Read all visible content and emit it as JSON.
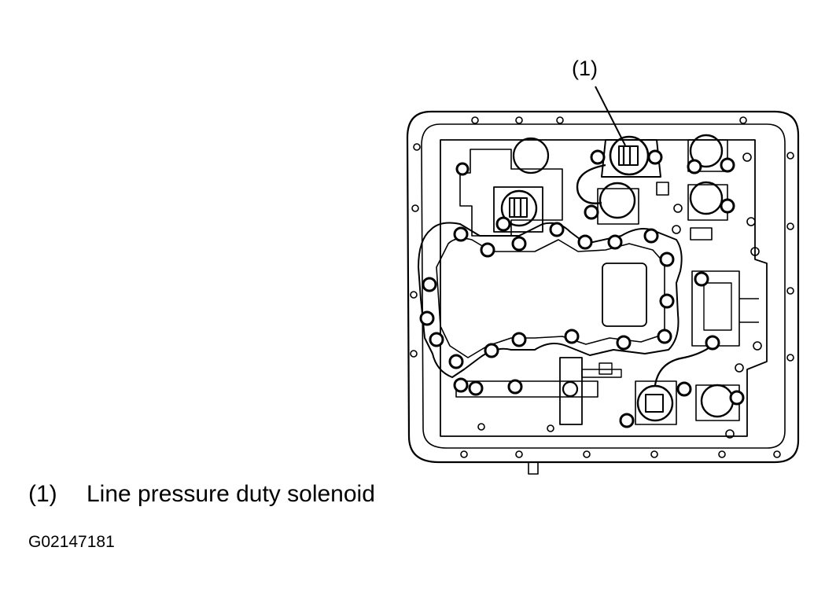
{
  "diagram": {
    "callout": "(1)",
    "legend": [
      {
        "number": "(1)",
        "text": "Line pressure duty solenoid"
      }
    ],
    "figure_code": "G02147181"
  }
}
